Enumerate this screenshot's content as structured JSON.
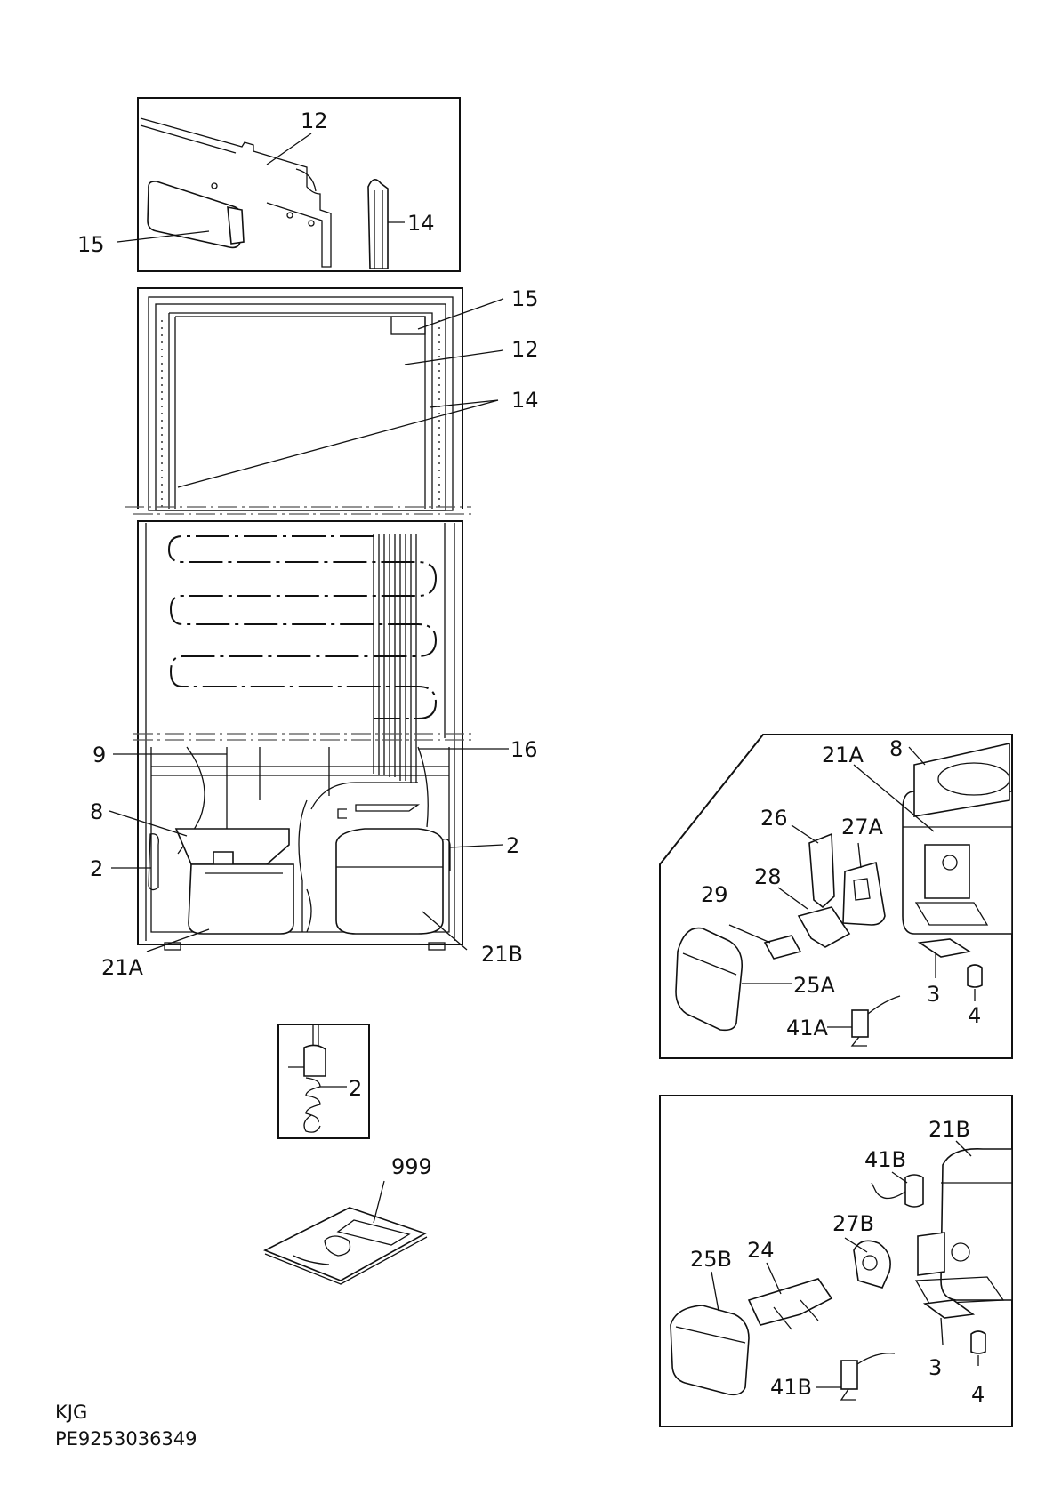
{
  "footer": {
    "line1": "KJG",
    "line2": "PE9253036349"
  },
  "labels": {
    "top_inset": {
      "l12": "12",
      "l14": "14",
      "l15": "15"
    },
    "upper_door": {
      "l15": "15",
      "l12": "12",
      "l14": "14"
    },
    "lower_cabinet": {
      "l9": "9",
      "l16": "16",
      "l8": "8",
      "l2_left": "2",
      "l2_right": "2",
      "l21A": "21A",
      "l21B": "21B"
    },
    "heater_inset": {
      "l2": "2"
    },
    "manual": {
      "l999": "999"
    },
    "compressor_a_inset": {
      "l21A": "21A",
      "l8": "8",
      "l26": "26",
      "l27A": "27A",
      "l28": "28",
      "l29": "29",
      "l25A": "25A",
      "l3": "3",
      "l4": "4",
      "l41A": "41A"
    },
    "compressor_b_inset": {
      "l21B": "21B",
      "l41B_top": "41B",
      "l27B": "27B",
      "l25B": "25B",
      "l24": "24",
      "l3": "3",
      "l4": "4",
      "l41B_bottom": "41B"
    }
  }
}
